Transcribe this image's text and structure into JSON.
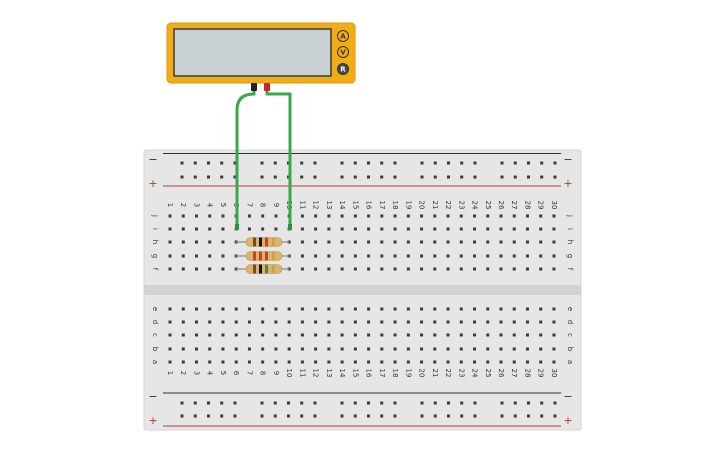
{
  "multimeter": {
    "display": "",
    "modes": [
      "A",
      "V",
      "R"
    ],
    "body_color": "#f2ad16",
    "screen_color": "#c9d0d3"
  },
  "breadboard": {
    "minus_label": "−",
    "plus_label": "+",
    "columns": [
      "1",
      "2",
      "3",
      "4",
      "5",
      "6",
      "7",
      "8",
      "9",
      "10",
      "11",
      "12",
      "13",
      "14",
      "15",
      "16",
      "17",
      "18",
      "19",
      "20",
      "21",
      "22",
      "23",
      "24",
      "25",
      "26",
      "27",
      "28",
      "29",
      "30"
    ],
    "rows_top": [
      "j",
      "i",
      "h",
      "g",
      "f"
    ],
    "rows_bottom": [
      "e",
      "d",
      "c",
      "b",
      "a"
    ],
    "board_color": "#e6e6e6",
    "minus_line_color": "#333333",
    "plus_line_color": "#c0392b"
  },
  "wire_color": "#3aa84a",
  "resistors": [
    {
      "bands": [
        "#7a4a1e",
        "#111111",
        "#e83030"
      ]
    },
    {
      "bands": [
        "#e83030",
        "#e83030",
        "#e83030"
      ]
    },
    {
      "bands": [
        "#7a4a1e",
        "#111111",
        "#2e9a3a"
      ]
    }
  ]
}
